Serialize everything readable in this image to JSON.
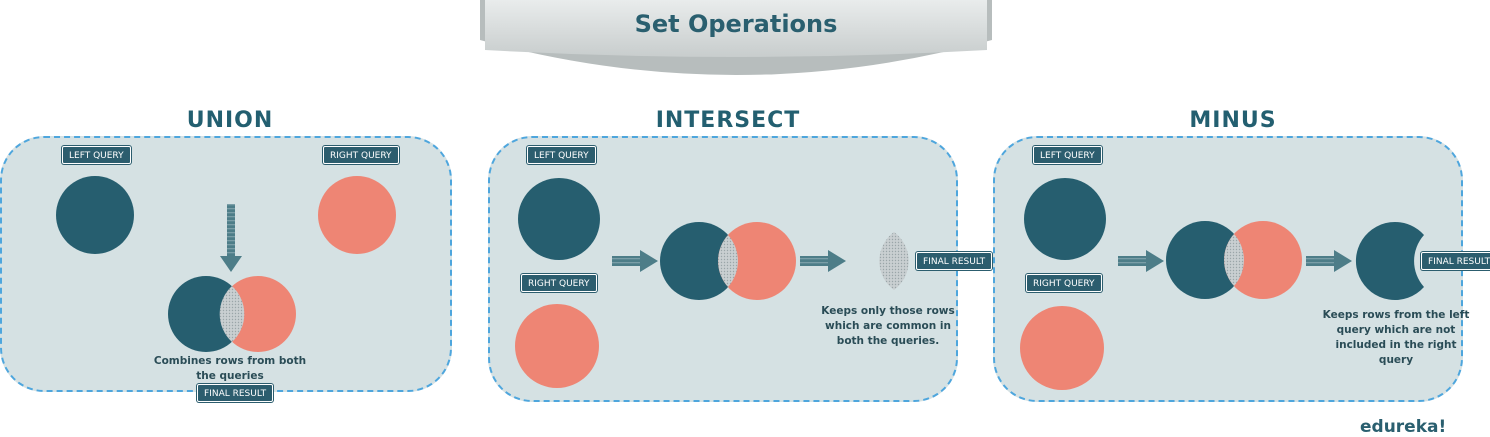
{
  "title": "Set Operations",
  "operations": [
    {
      "heading": "UNION",
      "left_label": "LEFT QUERY",
      "right_label": "RIGHT QUERY",
      "result_label": "FINAL RESULT",
      "description_lines": [
        "Combines rows from both",
        "the queries"
      ]
    },
    {
      "heading": "INTERSECT",
      "left_label": "LEFT QUERY",
      "right_label": "RIGHT QUERY",
      "result_label": "FINAL RESULT",
      "description_lines": [
        "Keeps only those rows",
        "which are common in",
        "both the queries."
      ]
    },
    {
      "heading": "MINUS",
      "left_label": "LEFT QUERY",
      "right_label": "RIGHT QUERY",
      "result_label": "FINAL RESULT",
      "description_lines": [
        "Keeps rows from the left",
        "query which are not",
        "included in the right",
        "query"
      ]
    }
  ],
  "logo": "edureka!",
  "colors": {
    "left_query": "#265e6f",
    "right_query": "#ee8574",
    "overlap": "#c4cbcd",
    "panel": "#d5e1e3",
    "panel_border": "#4ea6dd",
    "arrow": "#4d7d88"
  }
}
